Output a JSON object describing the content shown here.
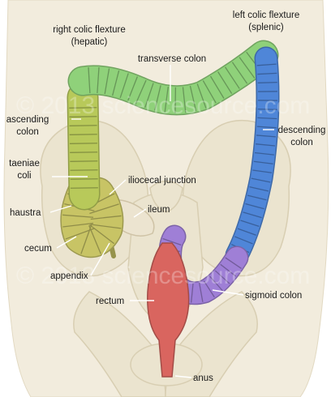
{
  "colors": {
    "transverse": "#8fd17a",
    "ascending": "#b8c95a",
    "cecum": "#c8c465",
    "descending": "#4f86d8",
    "sigmoid": "#9f7fd6",
    "rectum": "#d9655f",
    "bone": "#ece6d2",
    "skin": "#f2ecdd"
  },
  "labels": {
    "right_colic_flexure_1": "right colic flexture",
    "right_colic_flexure_2": "(hepatic)",
    "left_colic_flexure_1": "left colic flexture",
    "left_colic_flexure_2": "(splenic)",
    "transverse_colon": "transverse colon",
    "ascending_colon_1": "ascending",
    "ascending_colon_2": "colon",
    "descending_colon_1": "descending",
    "descending_colon_2": "colon",
    "taeniae_coli_1": "taeniae",
    "taeniae_coli_2": "coli",
    "iliocecal_junction": "iliocecal junction",
    "haustra": "haustra",
    "ileum": "ileum",
    "cecum": "cecum",
    "appendix": "appendix",
    "rectum": "rectum",
    "sigmoid_colon": "sigmoid colon",
    "anus": "anus"
  },
  "watermark": "© 2013 sciencesource.com"
}
